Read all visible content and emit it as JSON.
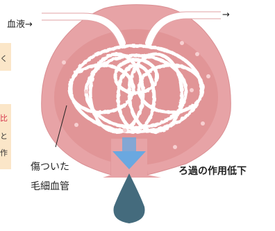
{
  "labels": {
    "blood_in": "血液→",
    "blood_out": "→",
    "capillary_line1": "傷ついた",
    "capillary_line2": "毛細血管",
    "filtration": "ろ過の作用低下"
  },
  "side_notes": {
    "box1": "く",
    "box2_line1": "比",
    "box2_line2": "と",
    "box2_line3": "作"
  },
  "colors": {
    "bowl": "#e8a6a6",
    "bowl_inner": "#d98e8e",
    "vessel": "#ffffff",
    "arrow": "#6aa8e0",
    "drop": "#446b7d",
    "note_bg": "#fbe6c8",
    "note_red": "#d6334a"
  }
}
